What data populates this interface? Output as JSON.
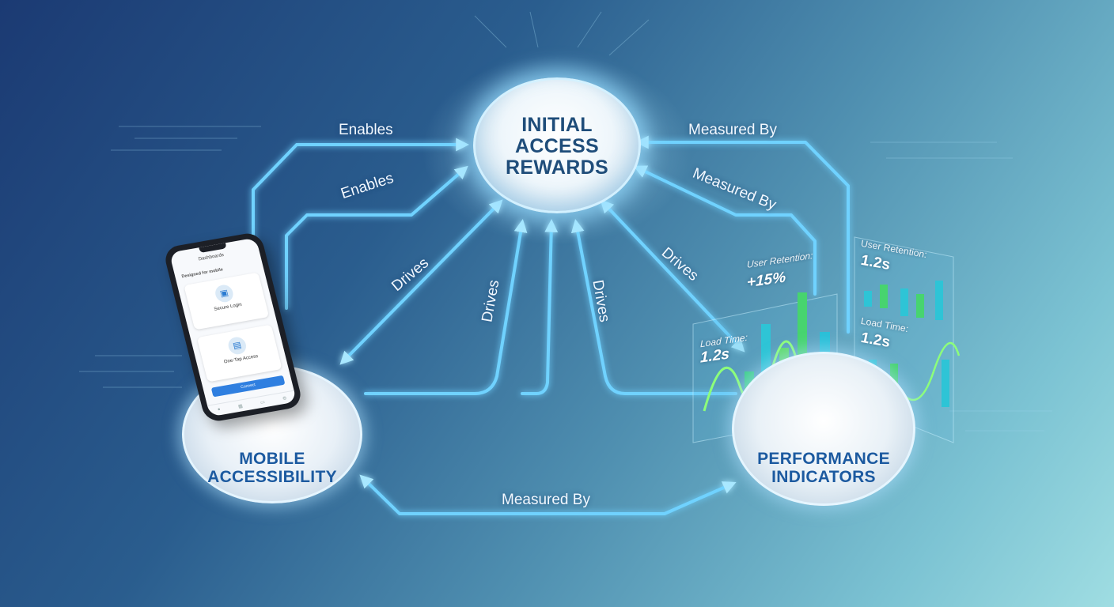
{
  "nodes": {
    "top": "INITIAL\nACCESS\nREWARDS",
    "left": "MOBILE\nACCESSIBILITY",
    "right": "PERFORMANCE\nINDICATORS"
  },
  "edges": {
    "enables_1": "Enables",
    "enables_2": "Enables",
    "drives_left_1": "Drives",
    "drives_left_2": "Drives",
    "drives_right_1": "Drives",
    "drives_right_2": "Drives",
    "measured_top_1": "Measured By",
    "measured_top_2": "Measured By",
    "measured_bottom": "Measured By"
  },
  "phone": {
    "header": "Dashboards",
    "subtitle": "Designed for mobile",
    "card1_label": "Secure Login",
    "card2_label": "One-Tap Access",
    "button_label": "Connect"
  },
  "metrics": {
    "near_load_label": "Load Time:",
    "near_load_value": "1.2s",
    "near_retention_label": "User Retention:",
    "near_retention_value": "+15%",
    "far_retention_label": "User Retention:",
    "far_retention_value": "1.2s",
    "far_load_label": "Load Time:",
    "far_load_value": "1.2s"
  },
  "colors": {
    "edge": "#6fd2ff",
    "edge_glow": "#38b6ff",
    "node_text": "#1c5aa0",
    "bar_green": "#5fdc6a",
    "bar_teal": "#2ec4d6"
  }
}
